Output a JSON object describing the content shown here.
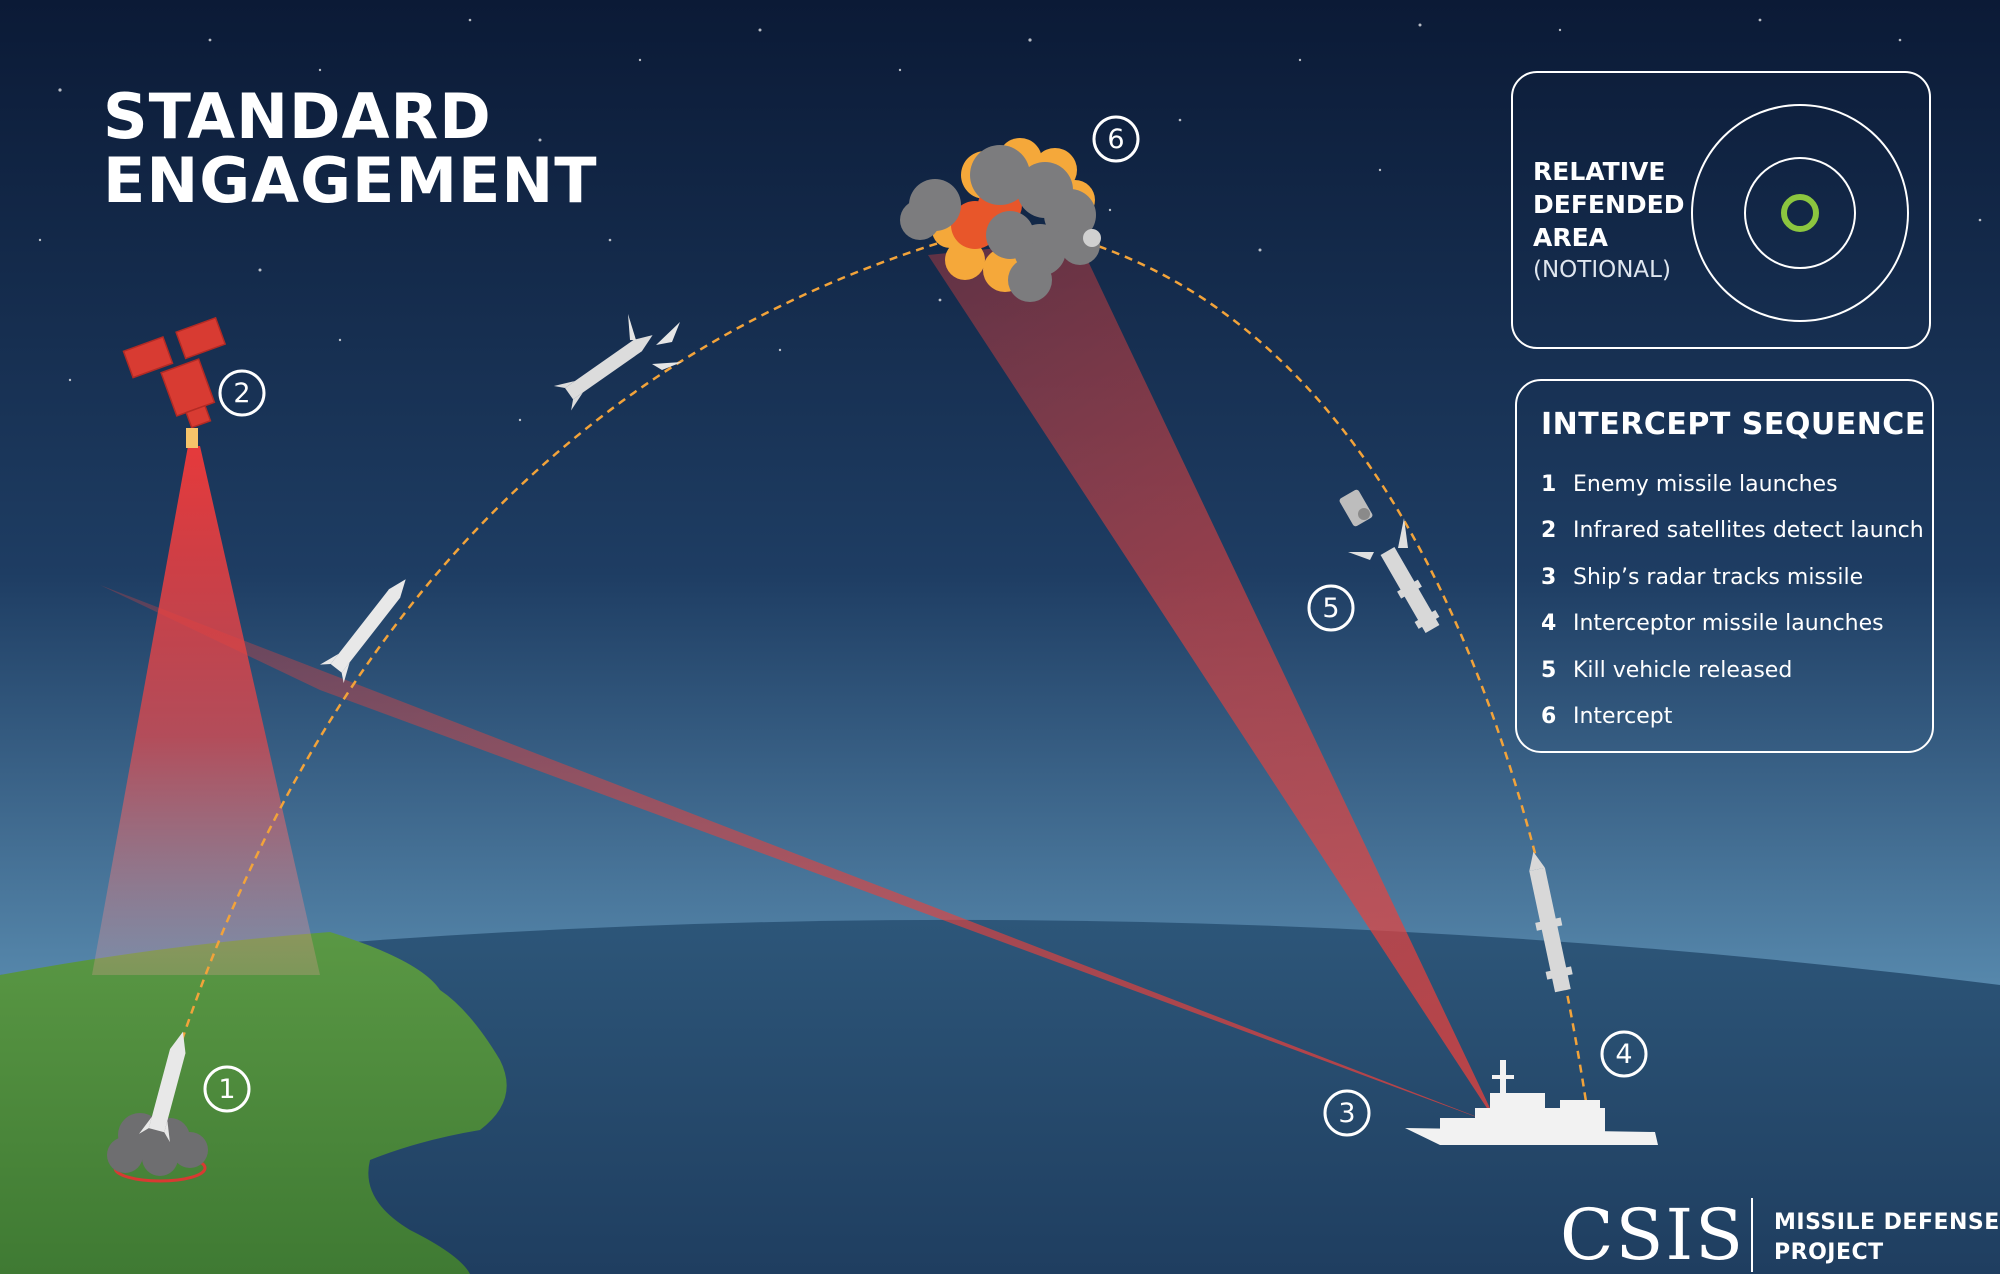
{
  "title": {
    "line1": "STANDARD",
    "line2": "ENGAGEMENT"
  },
  "defended_area": {
    "line1": "RELATIVE",
    "line2": "DEFENDED",
    "line3": "AREA",
    "note": "(NOTIONAL)"
  },
  "sequence": {
    "title": "INTERCEPT SEQUENCE",
    "steps": [
      {
        "num": "1",
        "label": "Enemy missile launches"
      },
      {
        "num": "2",
        "label": "Infrared satellites detect launch"
      },
      {
        "num": "3",
        "label": "Ship’s radar tracks missile"
      },
      {
        "num": "4",
        "label": "Interceptor missile launches"
      },
      {
        "num": "5",
        "label": "Kill vehicle released"
      },
      {
        "num": "6",
        "label": "Intercept"
      }
    ]
  },
  "markers": [
    "1",
    "2",
    "3",
    "4",
    "5",
    "6"
  ],
  "brand": {
    "name": "CSIS",
    "sub1": "MISSILE DEFENSE",
    "sub2": "PROJECT"
  },
  "colors": {
    "sky_top": "#0c1c38",
    "sky_horizon": "#7fb1cf",
    "ocean": "#284b6e",
    "land": "#4f8c3d",
    "beam": "#e8413c",
    "trajectory": "#f2a33a",
    "target_ring": "#8cc63f"
  }
}
